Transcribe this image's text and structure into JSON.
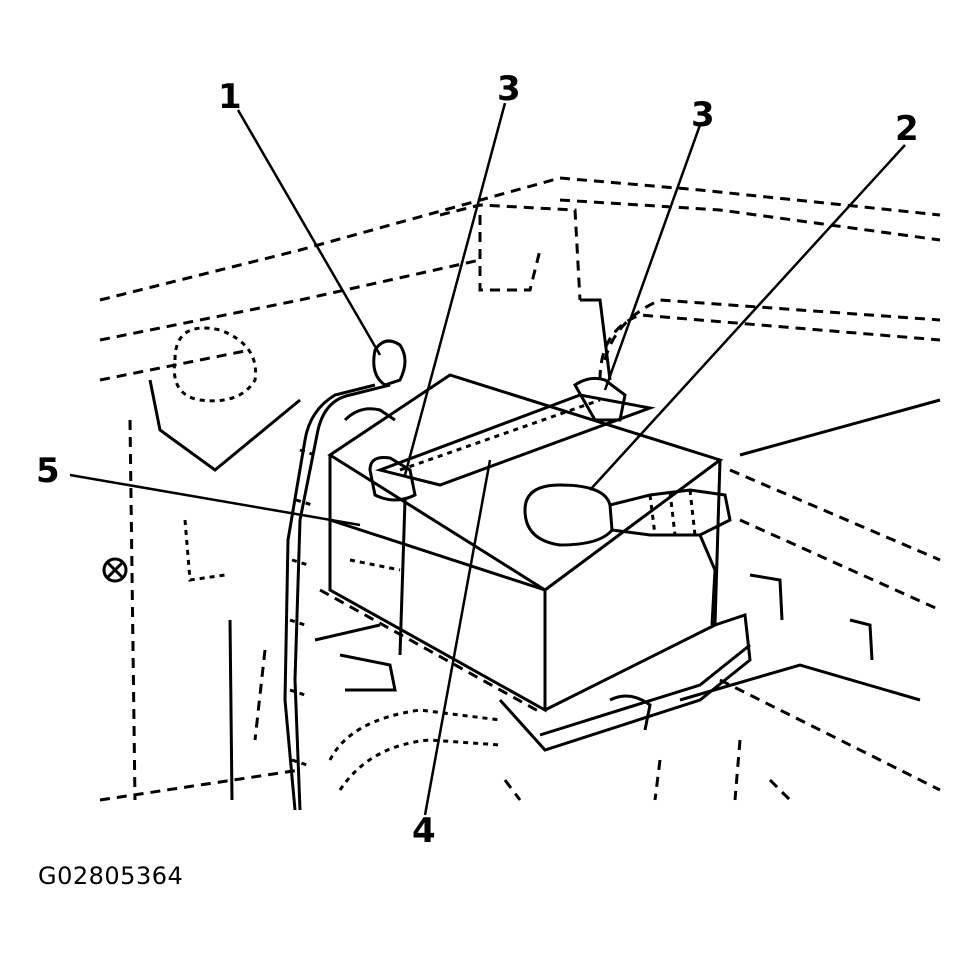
{
  "callouts": {
    "c1": "1",
    "c2": "2",
    "c3a": "3",
    "c3b": "3",
    "c4": "4",
    "c5": "5"
  },
  "figure_id": "G02805364",
  "colors": {
    "line": "#000000",
    "background": "#ffffff"
  }
}
